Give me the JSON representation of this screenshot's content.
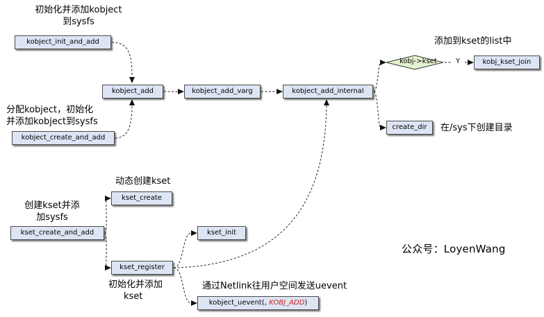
{
  "nodes": {
    "kobject_init_and_add": "kobject_init_and_add",
    "kobject_create_and_add": "kobject_create_and_add",
    "kobject_add": "kobject_add",
    "kobject_add_varg": "kobject_add_varg",
    "kobject_add_internal": "kobject_add_internal",
    "kset_check": "kobj->kset",
    "kobj_kset_join": "kobj_kset_join",
    "create_dir": "create_dir",
    "kset_create": "kset_create",
    "kset_create_and_add": "kset_create_and_add",
    "kset_init": "kset_init",
    "kset_register": "kset_register",
    "kobject_uevent_fn": "kobject_uevent(, ",
    "kobject_uevent_arg": "KOBJ_ADD",
    "kobject_uevent_close": ")"
  },
  "edge_labels": {
    "yes": "Y"
  },
  "notes": {
    "init_add_1": "初始化并添加kobject",
    "init_add_2": "到sysfs",
    "create_add_1": "分配kobject，初始化",
    "create_add_2": "并添加kobject到sysfs",
    "join": "添加到kset的list中",
    "create_dir": "在/sys下创建目录",
    "kset_create": "动态创建kset",
    "kset_create_add_1": "创建kset并添",
    "kset_create_add_2": "加sysfs",
    "kset_register_1": "初始化并添加",
    "kset_register_2": "kset",
    "uevent": "通过Netlink往用户空间发送uevent"
  },
  "watermark": "公众号：LoyenWang",
  "colors": {
    "box_fill": "#dde5f5",
    "diamond_fill": "#e3f3cf",
    "highlight": "#d0201c"
  }
}
